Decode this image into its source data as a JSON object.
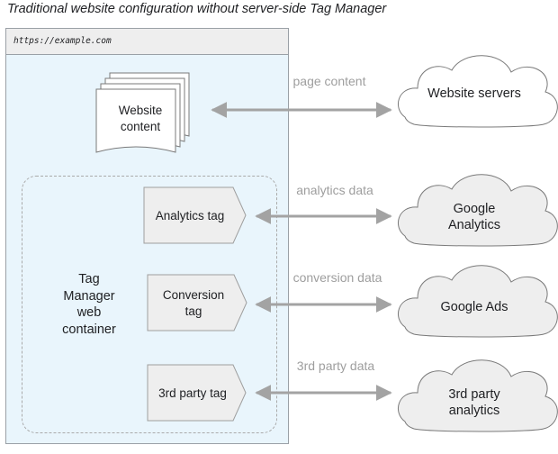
{
  "title": "Traditional website configuration without server-side Tag Manager",
  "browser": {
    "url": "https://example.com"
  },
  "website_content": {
    "label": "Website content"
  },
  "container": {
    "label": "Tag Manager web container"
  },
  "tags": [
    {
      "label": "Analytics tag"
    },
    {
      "label": "Conversion tag"
    },
    {
      "label": "3rd party tag"
    }
  ],
  "edges": [
    {
      "label": "page content"
    },
    {
      "label": "analytics data"
    },
    {
      "label": "conversion data"
    },
    {
      "label": "3rd party data"
    }
  ],
  "destinations": [
    {
      "label": "Website servers",
      "fill": "#ffffff"
    },
    {
      "label": "Google Analytics",
      "fill": "#eeeeee"
    },
    {
      "label": "Google Ads",
      "fill": "#eeeeee"
    },
    {
      "label": "3rd party analytics",
      "fill": "#eeeeee"
    }
  ],
  "colors": {
    "browser_bg": "#e9f5fc",
    "arrow": "#a3a3a3",
    "edge_text": "#9e9e9e",
    "tag_fill": "#eeeeee"
  }
}
